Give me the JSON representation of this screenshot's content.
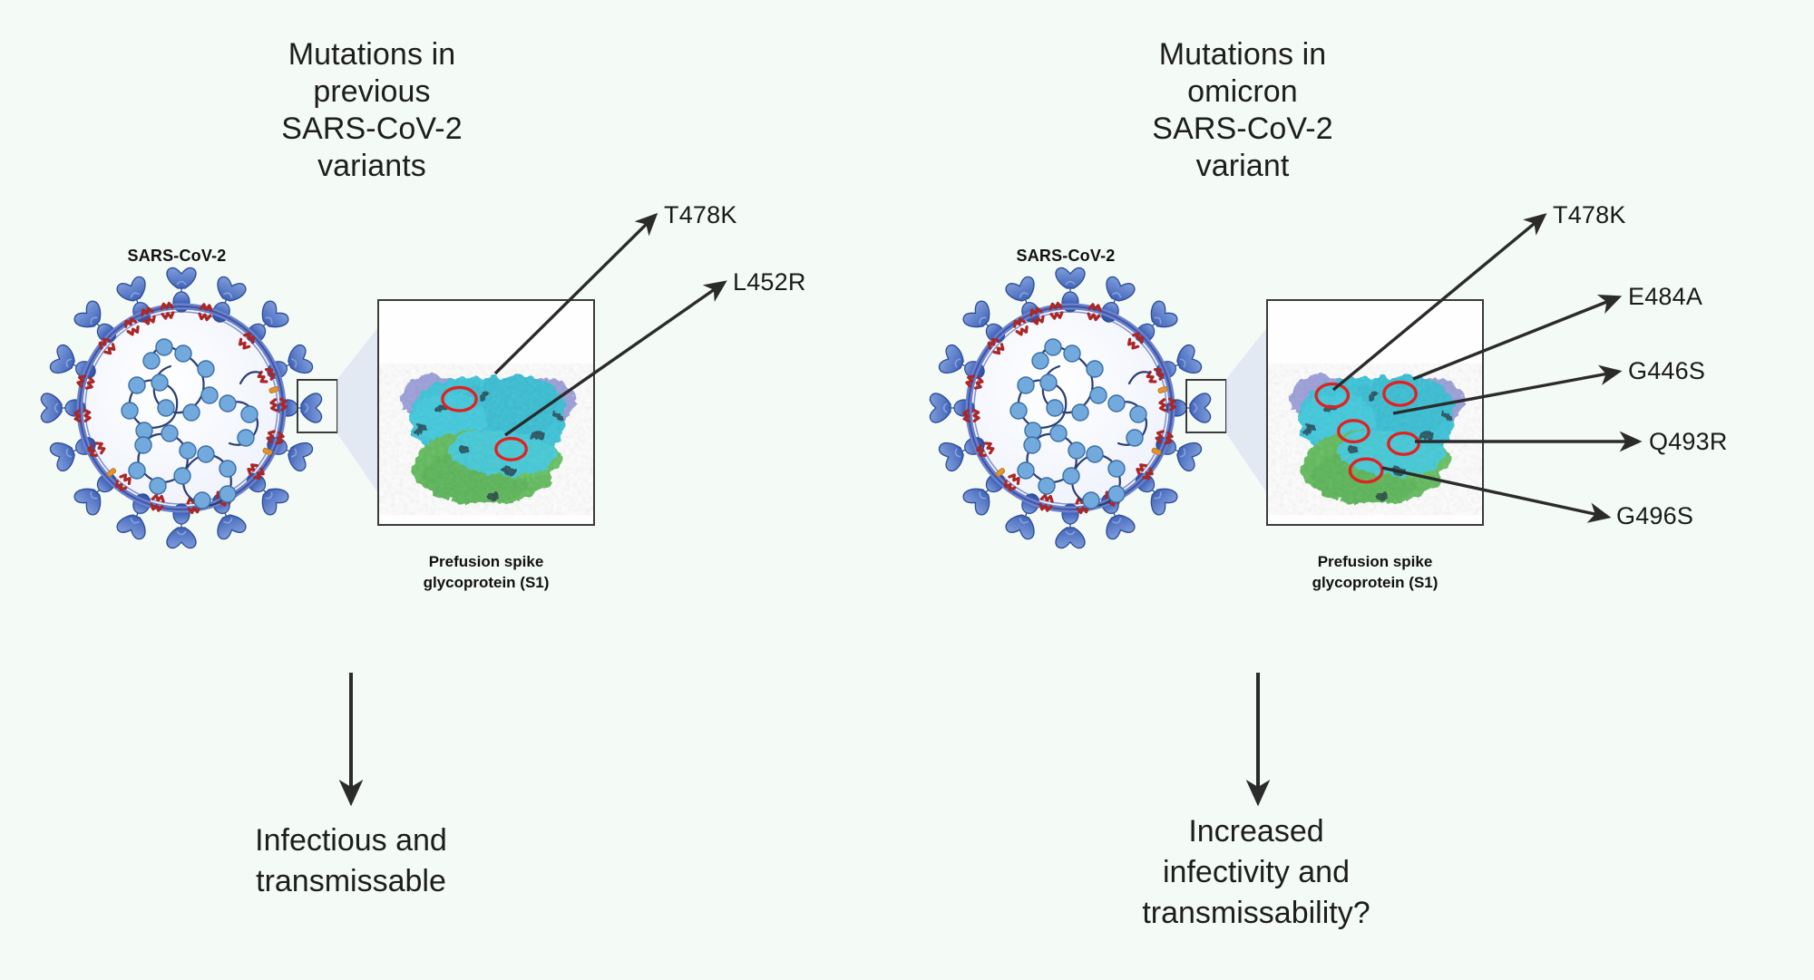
{
  "background_color": "#f4faf5",
  "panels": [
    {
      "id": "previous-variants",
      "heading": "Mutations in\nprevious\nSARS-CoV-2\nvariants",
      "virus_label": "SARS-CoV-2",
      "box_caption": "Prefusion spike\nglycoprotein (S1)",
      "mutations": [
        {
          "label": "T478K"
        },
        {
          "label": "L452R"
        }
      ],
      "outcome": "Infectious and\ntransmissable"
    },
    {
      "id": "omicron-variant",
      "heading": "Mutations  in\nomicron\nSARS-CoV-2\nvariant",
      "virus_label": "SARS-CoV-2",
      "box_caption": "Prefusion spike\nglycoprotein (S1)",
      "mutations": [
        {
          "label": "T478K"
        },
        {
          "label": "E484A"
        },
        {
          "label": "G446S"
        },
        {
          "label": "Q493R"
        },
        {
          "label": "G496S"
        }
      ],
      "outcome": "Increased\ninfectivity and\ntransmissability?"
    }
  ],
  "colors": {
    "spike_blue": "#3a5fb5",
    "spike_blue_light": "#6f8fd6",
    "membrane_blue": "#5b6fc0",
    "m_protein_red": "#b02a2a",
    "m_protein_orange": "#e08a30",
    "nucleocapsid_blue": "#6ea8dc",
    "interior_fill": "#eef2fb",
    "structure_cyan": "#37c3d8",
    "structure_green": "#5fba5a",
    "structure_purple": "#9a9ed8",
    "annotation_red": "#e02020",
    "arrow_black": "#2b2b2b",
    "box_border": "#3b3b3b"
  }
}
